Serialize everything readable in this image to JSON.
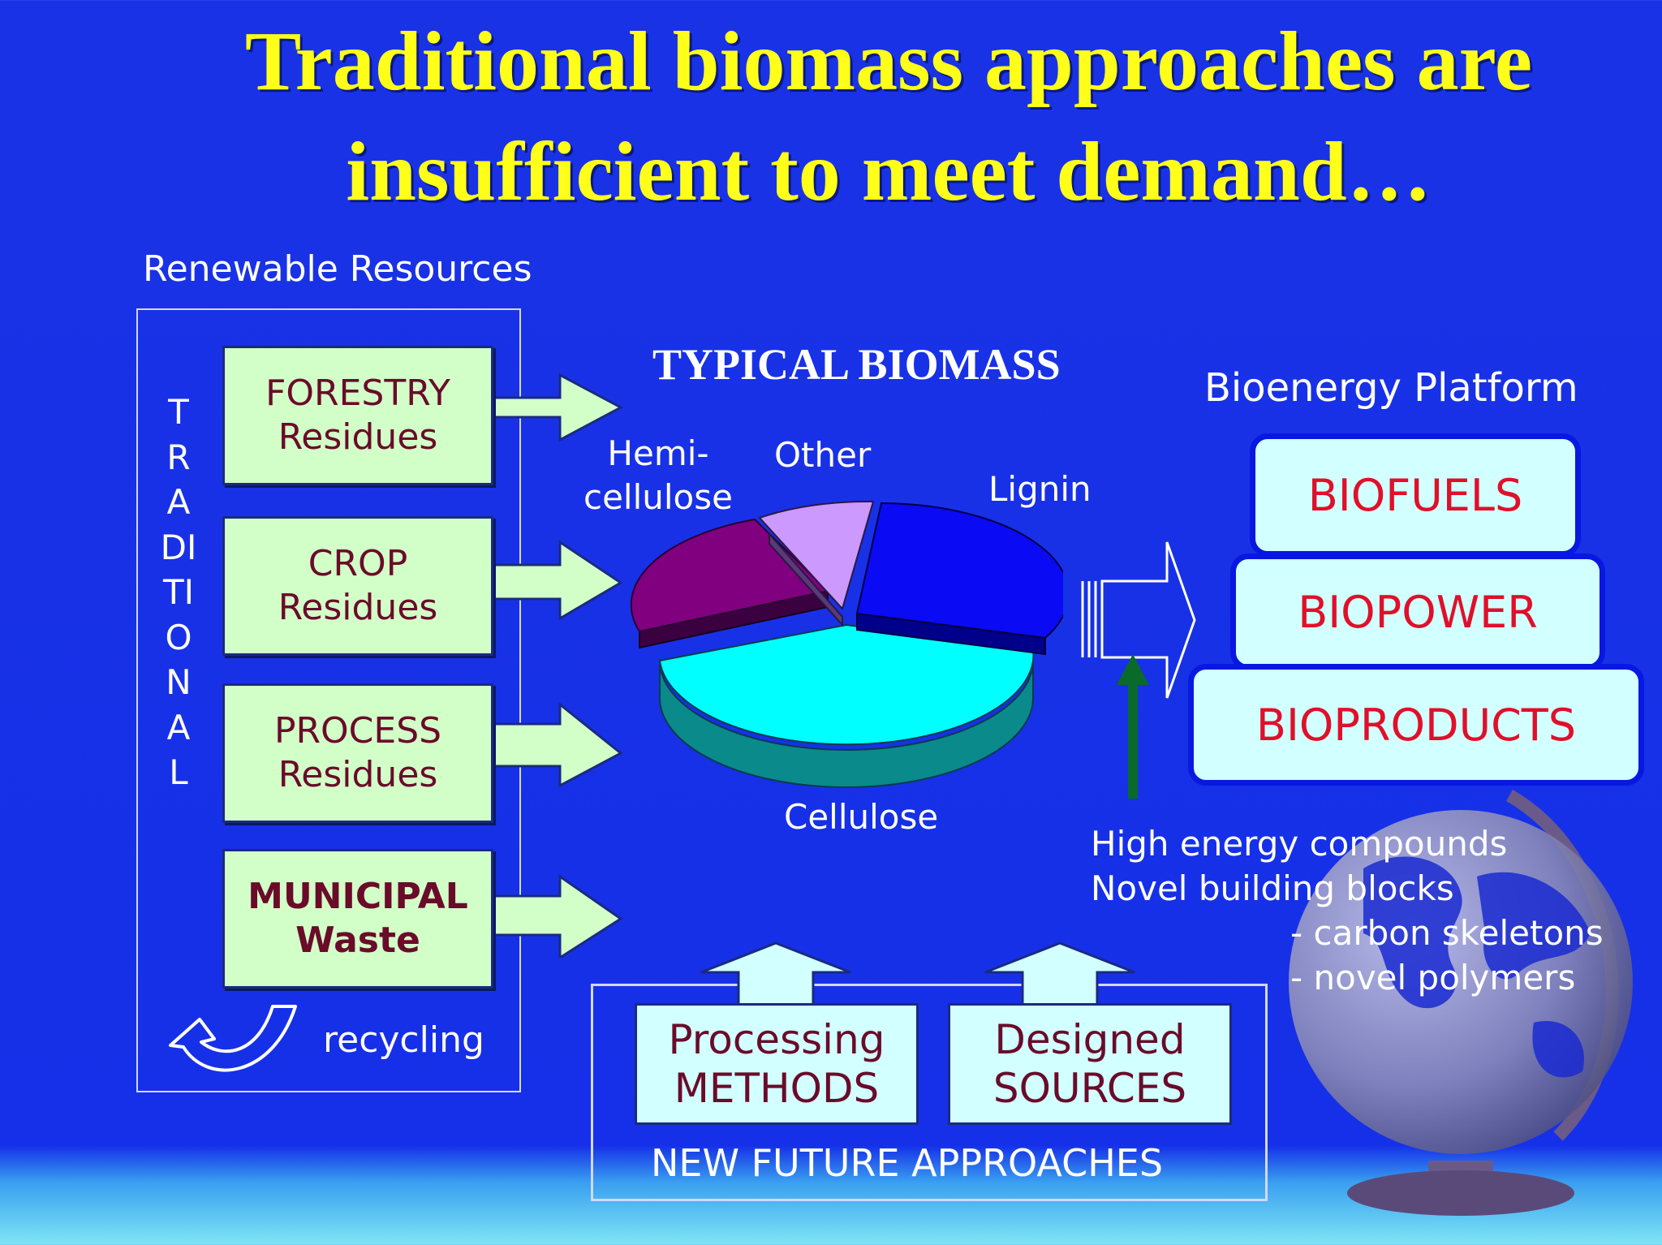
{
  "title": {
    "line1": "Traditional biomass approaches are",
    "line2": "insufficient to meet demand…"
  },
  "renewable": {
    "heading": "Renewable Resources",
    "vertical_label": "TRADITIONAL",
    "resources": [
      {
        "line1": "FORESTRY",
        "line2": "Residues"
      },
      {
        "line1": "CROP",
        "line2": "Residues"
      },
      {
        "line1": "PROCESS",
        "line2": "Residues"
      },
      {
        "line1": "MUNICIPAL",
        "line2": "Waste"
      }
    ],
    "recycling": "recycling"
  },
  "biomass": {
    "heading": "TYPICAL BIOMASS",
    "labels": {
      "hemicellulose_1": "Hemi-",
      "hemicellulose_2": "cellulose",
      "other": "Other",
      "lignin": "Lignin",
      "cellulose": "Cellulose"
    },
    "colors": {
      "cellulose": "#00ffff",
      "hemicellulose": "#800080",
      "other": "#cc99ff",
      "lignin": "#0a0af5"
    }
  },
  "platform": {
    "heading": "Bioenergy Platform",
    "levels": [
      "BIOFUELS",
      "BIOPOWER",
      "BIOPRODUCTS"
    ]
  },
  "notes": {
    "line1": "High energy compounds",
    "line2": "Novel building blocks",
    "line3": "- carbon skeletons",
    "line4": "- novel polymers"
  },
  "future": {
    "processing": {
      "line1": "Processing",
      "line2": "METHODS"
    },
    "designed": {
      "line1": "Designed",
      "line2": "SOURCES"
    },
    "caption": "NEW FUTURE APPROACHES"
  }
}
